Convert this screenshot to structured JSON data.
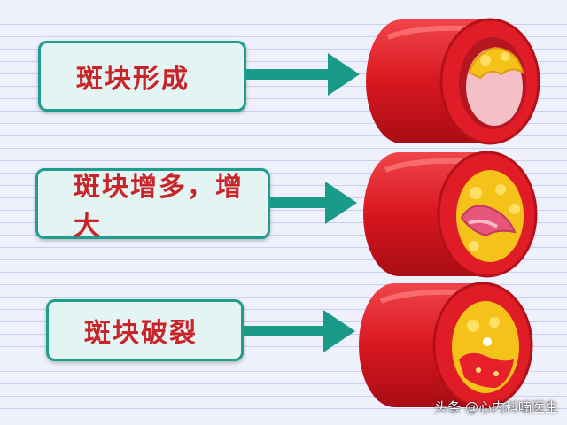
{
  "stages": [
    {
      "label": "斑块形成"
    },
    {
      "label": "斑块增多，增大"
    },
    {
      "label": "斑块破裂"
    }
  ],
  "watermark": "头条 @心内科喃医生",
  "colors": {
    "box_border": "#1f9e8d",
    "box_fill": "#e3f4f3",
    "label_text": "#c8242a",
    "arrow": "#1a9a88",
    "vessel_red": "#e0202a",
    "plaque_yellow": "#f5c21a"
  },
  "icons": [
    "arrow-right-icon",
    "artery-cross-section-icon"
  ]
}
